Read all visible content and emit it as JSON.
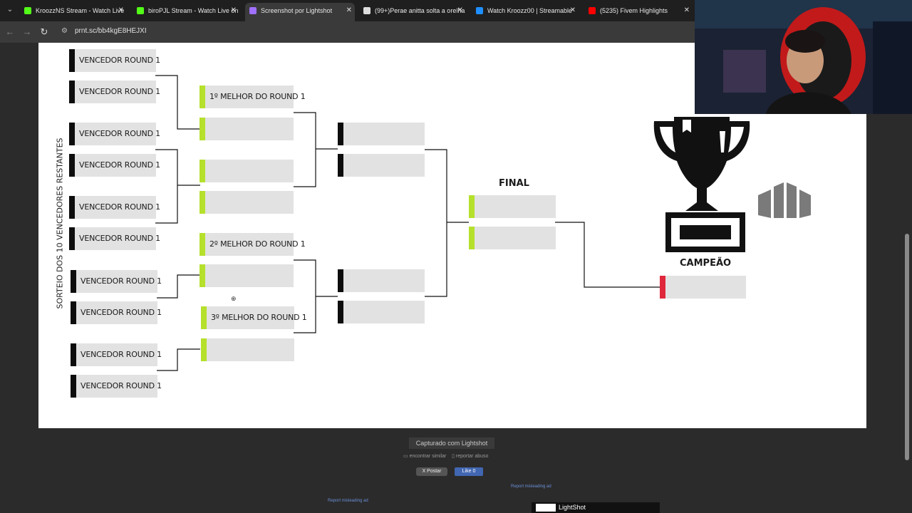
{
  "browser": {
    "tabs": [
      {
        "title": "KroozzNS Stream - Watch Live",
        "favicon_color": "#53fc18"
      },
      {
        "title": "biroPJL Stream - Watch Live on",
        "favicon_color": "#53fc18"
      },
      {
        "title": "Screenshot por Lightshot",
        "favicon_color": "#a070ff"
      },
      {
        "title": "(99+)Perae anitta solta a orelha",
        "favicon_color": "#dddddd"
      },
      {
        "title": "Watch Kroozz00 | Streamable",
        "favicon_color": "#1f8fff"
      },
      {
        "title": "(5235) Fivem Highlights",
        "favicon_color": "#ff0000"
      }
    ],
    "url": "prnt.sc/bb4kgE8HEJXI"
  },
  "bracket": {
    "side_title": "SORTEIO DOS 10 VENCEDORES RESTANTES",
    "round1_label": "VENCEDOR ROUND 1",
    "round2_labels": [
      "1º MELHOR DO ROUND 1",
      "",
      "",
      "",
      "2º MELHOR DO ROUND 1",
      "",
      "3º MELHOR DO ROUND 1",
      ""
    ],
    "final_label": "FINAL",
    "champion_label": "CAMPEÃO"
  },
  "footer": {
    "captured": "Capturado com Lightshot",
    "find_similar": "encontrar similar",
    "report_abuse": "reportar abuso",
    "post_button": "X Postar",
    "like_button": "Like 0",
    "report_ad_1": "Report misleading ad",
    "report_ad_2": "Report misleading ad",
    "ad_title": "LightShot"
  }
}
